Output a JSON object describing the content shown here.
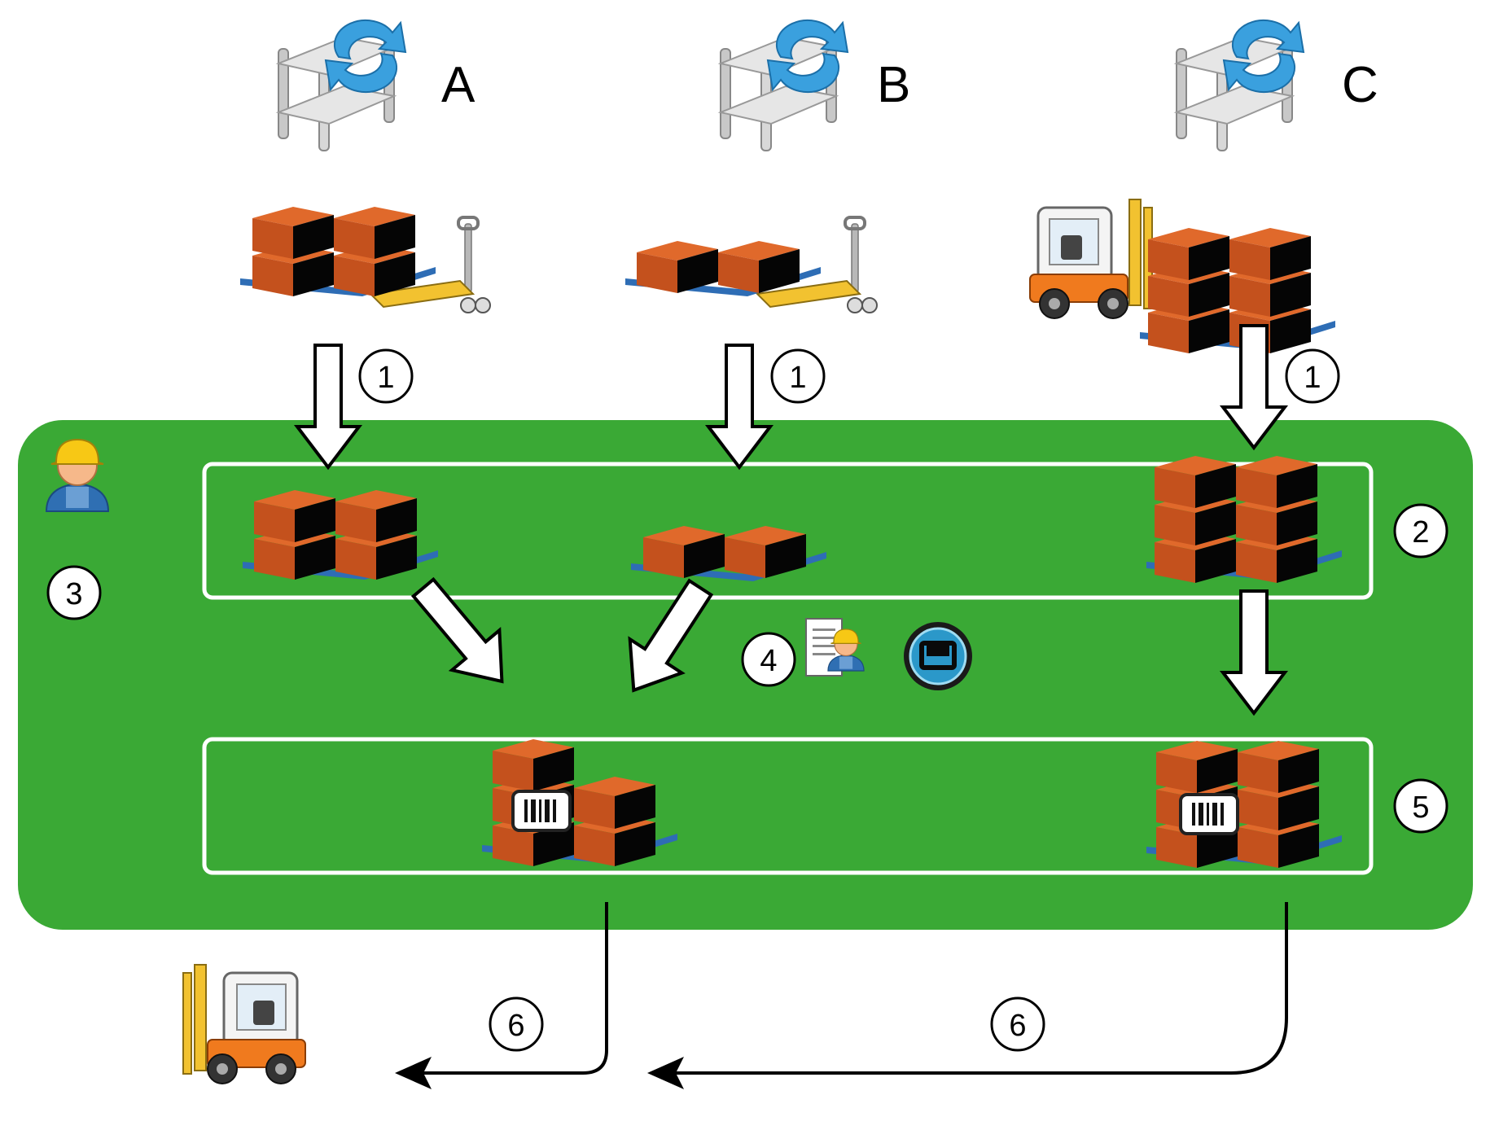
{
  "racks": [
    {
      "label": "A"
    },
    {
      "label": "B"
    },
    {
      "label": "C"
    }
  ],
  "steps": {
    "receive": "1",
    "staging": "2",
    "operator": "3",
    "picking": "4",
    "labeled": "5",
    "dispatch": "6"
  },
  "colors": {
    "zone": "#3aa935",
    "box_face": "#c4511d",
    "box_top": "#e06a2b",
    "box_dark": "#050505",
    "pallet": "#2e6db5",
    "lane": "#ffffff"
  },
  "icons": [
    "rack-refresh-icon",
    "pallet-jack-icon",
    "forklift-icon",
    "worker-icon",
    "worker-document-icon",
    "save-button-icon",
    "barcode-label-icon"
  ]
}
